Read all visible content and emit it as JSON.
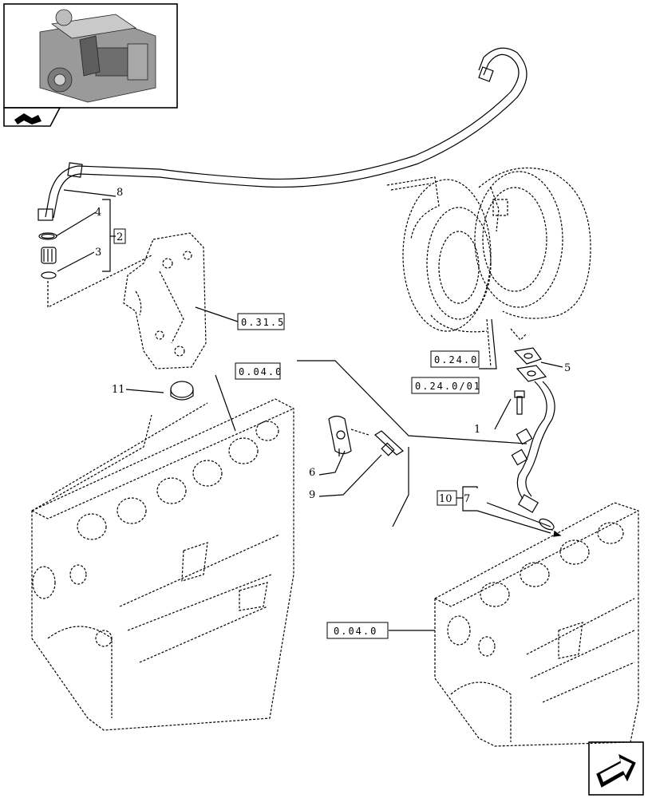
{
  "callouts": {
    "c1": "1",
    "c2": "2",
    "c3": "3",
    "c4": "4",
    "c5": "5",
    "c6": "6",
    "c7": "7",
    "c8": "8",
    "c9": "9",
    "c10": "10",
    "c11": "11"
  },
  "references": {
    "r_0315": "0.31.5",
    "r_0240": "0.24.0",
    "r_024001": "0.24.0/01",
    "r_040_top": "0.04.0",
    "r_040_bottom": "0.04.0"
  },
  "icons": {
    "thumbnail": "engine-thumbnail",
    "thumb_tab": "section-arrow-icon",
    "nav": "next-page-arrow-icon"
  }
}
